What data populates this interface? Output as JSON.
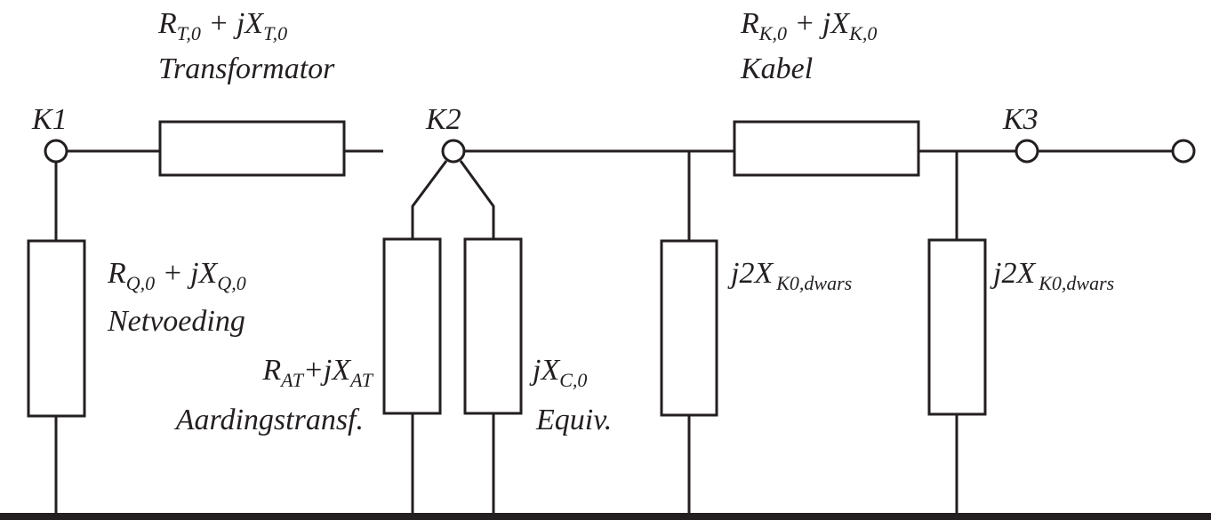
{
  "colors": {
    "ink": "#231f20",
    "background": "#ffffff"
  },
  "nodes": {
    "k1": "K1",
    "k2": "K2",
    "k3": "K3"
  },
  "transformer": {
    "formula_r": "R",
    "formula_r_sub": "T,0",
    "formula_mid": " + jX",
    "formula_x_sub": "T,0",
    "name": "Transformator"
  },
  "cable": {
    "formula_r": "R",
    "formula_r_sub": "K,0",
    "formula_mid": " + jX",
    "formula_x_sub": "K,0",
    "name": "Kabel"
  },
  "source": {
    "formula_r": "R",
    "formula_r_sub": "Q,0",
    "formula_mid": " + jX",
    "formula_x_sub": "Q,0",
    "name": "Netvoeding"
  },
  "earthing_transformer": {
    "formula_r": "R",
    "formula_r_sub": "AT",
    "formula_mid": "+jX",
    "formula_x_sub": "AT",
    "name": "Aardingstransf."
  },
  "capacitance": {
    "formula_main": "jX",
    "formula_sub": "C,0",
    "name": "Equiv."
  },
  "cable_shunt_left": {
    "formula_main": "j2X",
    "formula_sub": "K0,dwars"
  },
  "cable_shunt_right": {
    "formula_main": "j2X",
    "formula_sub": "K0,dwars"
  }
}
